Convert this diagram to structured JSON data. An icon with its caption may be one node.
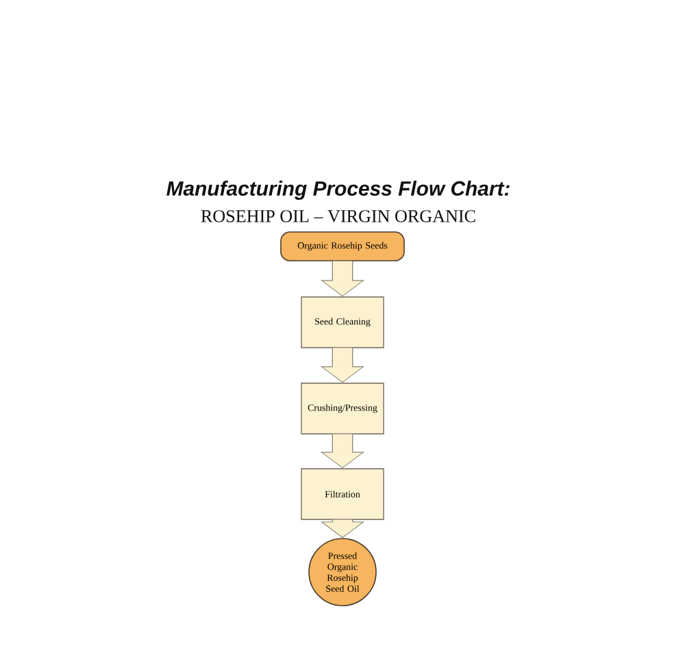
{
  "diagram": {
    "title": "Manufacturing Process Flow Chart:",
    "nodes": [
      {
        "text": [
          "Organic Rosehip Seeds"
        ]
      },
      {
        "text": [
          "Seed Cleaning"
        ]
      },
      {
        "text": [
          "Crushing/Pressing"
        ]
      },
      {
        "text": [
          "Filtration"
        ]
      },
      {
        "text": [
          "Pressed Organic Rosehip Seed Oil"
        ]
      }
    ],
    "edges": [
      {
        "from": 0,
        "to": 1,
        "arrow": "to"
      },
      {
        "from": 1,
        "to": 2,
        "arrow": "to"
      },
      {
        "from": 2,
        "to": 3,
        "arrow": "to"
      },
      {
        "from": 3,
        "to": 4,
        "arrow": "to"
      }
    ],
    "labels": [
      "ROSEHIP OIL – VIRGIN ORGANIC"
    ]
  }
}
